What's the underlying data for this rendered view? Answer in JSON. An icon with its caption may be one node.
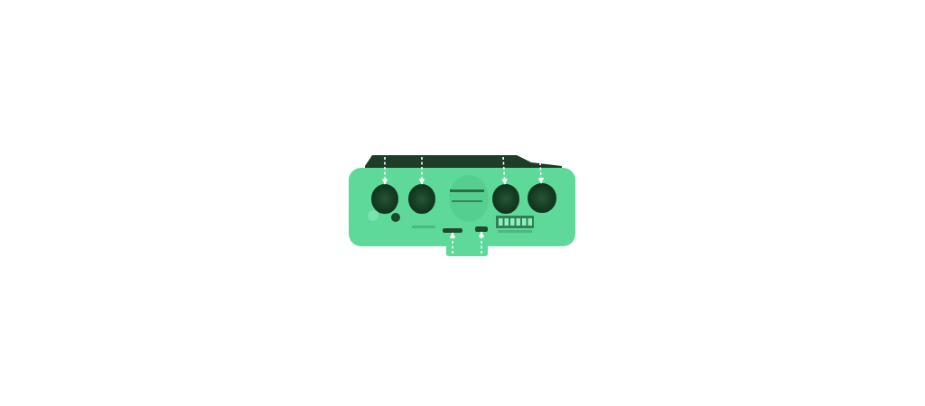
{
  "diagram": {
    "nodes": [
      {
        "text": [],
        "shape": "picture"
      },
      {
        "text": [],
        "shape": "circle",
        "in": 0
      },
      {
        "text": [],
        "shape": "circle",
        "in": 0
      },
      {
        "text": [],
        "shape": "circle",
        "in": 0
      },
      {
        "text": [],
        "shape": "circle",
        "in": 0
      },
      {
        "text": [],
        "shape": "box",
        "in": 0
      },
      {
        "text": [],
        "shape": "box",
        "in": 0
      }
    ],
    "edges": [
      {
        "from": null,
        "to": 1,
        "arrow": "to",
        "style": "dashed"
      },
      {
        "from": null,
        "to": 2,
        "arrow": "to",
        "style": "dashed"
      },
      {
        "from": null,
        "to": 3,
        "arrow": "to",
        "style": "dashed"
      },
      {
        "from": null,
        "to": 4,
        "arrow": "to",
        "style": "dashed"
      },
      {
        "from": null,
        "to": 5,
        "arrow": "to",
        "style": "dashed"
      },
      {
        "from": null,
        "to": 6,
        "arrow": "to",
        "style": "dashed"
      }
    ]
  }
}
